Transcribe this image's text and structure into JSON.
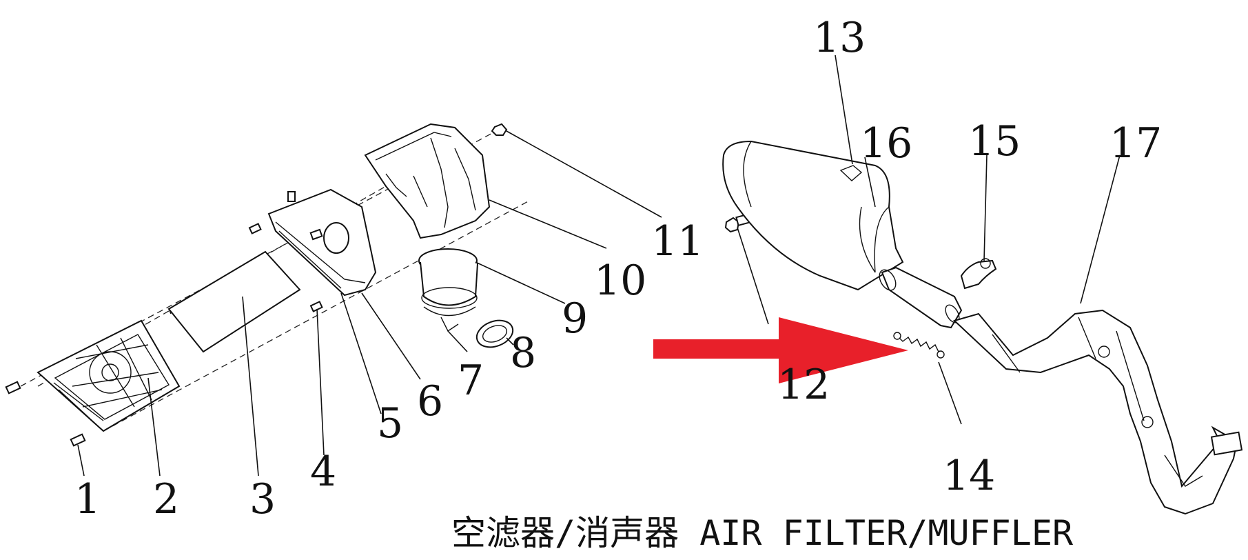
{
  "caption": "空滤器/消声器 AIR FILTER/MUFFLER",
  "labels": {
    "n1": "1",
    "n2": "2",
    "n3": "3",
    "n4": "4",
    "n5": "5",
    "n6": "6",
    "n7": "7",
    "n8": "8",
    "n9": "9",
    "n10": "10",
    "n11": "11",
    "n12": "12",
    "n13": "13",
    "n14": "14",
    "n15": "15",
    "n16": "16",
    "n17": "17"
  },
  "colors": {
    "line": "#111111",
    "arrow": "#e8202a",
    "background": "#ffffff"
  },
  "icons": {
    "highlight": "red-arrow-icon"
  }
}
